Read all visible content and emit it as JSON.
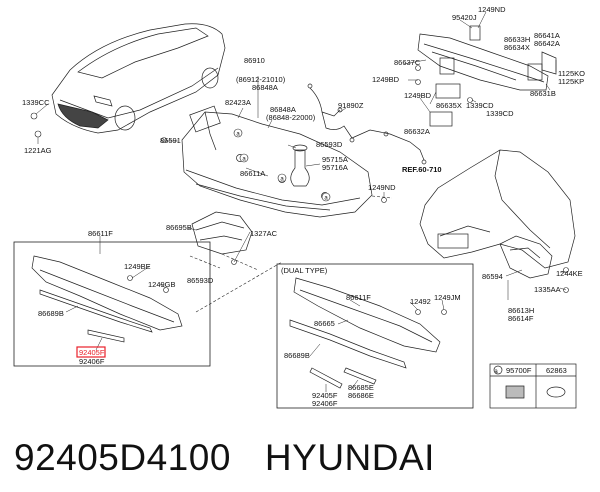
{
  "parts": {
    "p1339CC": "1339CC",
    "p1221AG": "1221AG",
    "p86910": "86910",
    "p86912": "(86912-21010)",
    "p86848A_top": "86848A",
    "p82423A": "82423A",
    "p86848A_mid": "86848A",
    "p86848_22000": "(86848-22000)",
    "p91890Z": "91890Z",
    "p86591": "86591",
    "p86593D_top": "86593D",
    "p95715A": "95715A",
    "p95716A": "95716A",
    "p86611A": "86611A",
    "p1249ND_mid": "1249ND",
    "p86695B": "86695B",
    "p1327AC": "1327AC",
    "p86593D_bot": "86593D",
    "p95420J": "95420J",
    "p1249ND_top": "1249ND",
    "p86633H": "86633H",
    "p86634X": "86634X",
    "p86641A": "86641A",
    "p86642A": "86642A",
    "p86637C": "86637C",
    "p1249BD_a": "1249BD",
    "p1249BD_b": "1249BD",
    "p1339CD_a": "1339CD",
    "p1339CD_b": "1339CD",
    "p86635X": "86635X",
    "p86632A": "86632A",
    "p86631B": "86631B",
    "p1125KO": "1125KO",
    "p1125KP": "1125KP",
    "pREF": "REF.60-710",
    "p86594": "86594",
    "p1244KE": "1244KE",
    "p1335AA": "1335AA",
    "p86613H": "86613H",
    "p86614F": "86614F",
    "p86611F_l": "86611F",
    "p1249BE": "1249BE",
    "p1249GB": "1249GB",
    "p86689B_l": "86689B",
    "p92405F_l": "92405F",
    "p92406F_l": "92406F",
    "dual_type": "(DUAL TYPE)",
    "p86611F_r": "86611F",
    "p12492": "12492",
    "p1249JM": "1249JM",
    "p86665": "86665",
    "p86689B_r": "86689B",
    "p92405F_r": "92405F",
    "p92406F_r": "92406F",
    "p86685E": "86685E",
    "p86686E": "86686E",
    "legend_a": "a",
    "legend_95700F": "95700F",
    "legend_62863": "62863",
    "callout_a": "a"
  },
  "caption": {
    "part_number": "92405D4100",
    "brand": "HYUNDAI"
  },
  "colors": {
    "highlight": "#e8202a",
    "line": "#222222"
  }
}
